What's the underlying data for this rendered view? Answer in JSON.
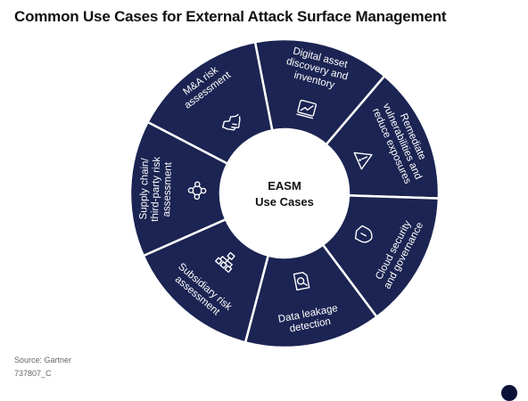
{
  "title": "Common Use Cases for External Attack Surface Management",
  "diagram": {
    "center": {
      "line1": "EASM",
      "line2": "Use Cases"
    },
    "ring_color": "#1b2452",
    "segments": [
      {
        "label": [
          "Digital asset",
          "discovery and",
          "inventory"
        ],
        "icon": "line-chart-icon"
      },
      {
        "label": [
          "Remediate",
          "vulnerabilities and",
          "reduce exposures"
        ],
        "icon": "warning-triangle-icon"
      },
      {
        "label": [
          "Cloud security",
          "and governance"
        ],
        "icon": "shield-icon"
      },
      {
        "label": [
          "Data leakage",
          "detection"
        ],
        "icon": "document-magnifier-icon"
      },
      {
        "label": [
          "Subsidiary risk",
          "assessment"
        ],
        "icon": "org-hierarchy-icon"
      },
      {
        "label": [
          "Supply chain/",
          "third-party risk",
          "assessment"
        ],
        "icon": "network-nodes-icon"
      },
      {
        "label": [
          "M&A risk",
          "assessment"
        ],
        "icon": "handshake-icon"
      }
    ]
  },
  "footer": {
    "source": "Source: Gartner",
    "code": "737807_C"
  }
}
